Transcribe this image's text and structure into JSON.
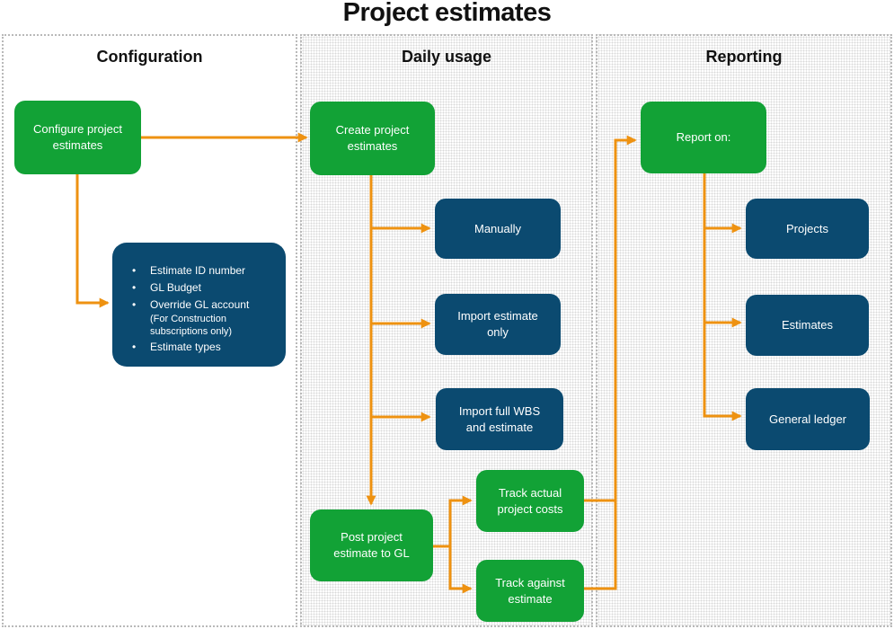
{
  "title": "Project estimates",
  "colors": {
    "green": "#12a236",
    "navy": "#0b4a70",
    "orange": "#ee9211",
    "lane_border": "#b9b9b9",
    "lane_dot": "#d9d9d9",
    "heading_text": "#111111",
    "node_text": "#ffffff"
  },
  "lanes": [
    {
      "label": "Configuration"
    },
    {
      "label": "Daily usage"
    },
    {
      "label": "Reporting"
    }
  ],
  "nodes": {
    "configure": {
      "label": "Configure project\nestimates"
    },
    "config_details": {
      "items": [
        {
          "text": "Estimate ID number"
        },
        {
          "text": "GL Budget"
        },
        {
          "text": "Override GL account",
          "note": "(For Construction\nsubscriptions only)"
        },
        {
          "text": "Estimate types"
        }
      ]
    },
    "create": {
      "label": "Create project\nestimates"
    },
    "manually": {
      "label": "Manually"
    },
    "import_estimate": {
      "label": "Import estimate\nonly"
    },
    "import_wbs": {
      "label": "Import full WBS\nand estimate"
    },
    "post": {
      "label": "Post project\nestimate to GL"
    },
    "track_actual": {
      "label": "Track actual\nproject costs"
    },
    "track_against": {
      "label": "Track against\nestimate"
    },
    "report_on": {
      "label": "Report on:"
    },
    "projects": {
      "label": "Projects"
    },
    "estimates": {
      "label": "Estimates"
    },
    "general_ledger": {
      "label": "General ledger"
    }
  }
}
